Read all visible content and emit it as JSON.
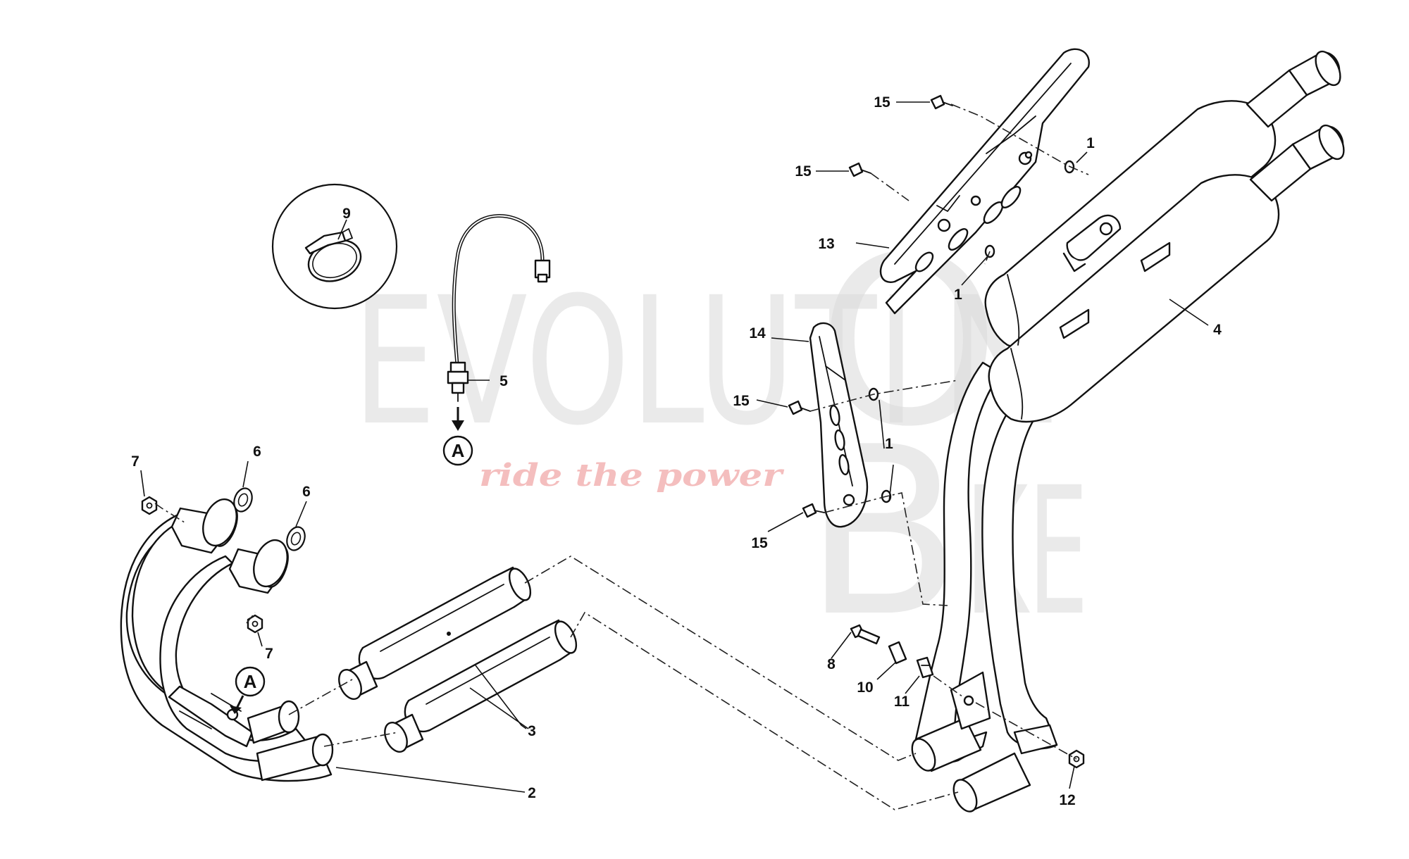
{
  "callouts": [
    {
      "id": "c1a",
      "label": "1"
    },
    {
      "id": "c1b",
      "label": "1"
    },
    {
      "id": "c1c",
      "label": "1"
    },
    {
      "id": "c2",
      "label": "2"
    },
    {
      "id": "c3",
      "label": "3"
    },
    {
      "id": "c4",
      "label": "4"
    },
    {
      "id": "c5",
      "label": "5"
    },
    {
      "id": "c6a",
      "label": "6"
    },
    {
      "id": "c6b",
      "label": "6"
    },
    {
      "id": "c7a",
      "label": "7"
    },
    {
      "id": "c7b",
      "label": "7"
    },
    {
      "id": "c8",
      "label": "8"
    },
    {
      "id": "c9",
      "label": "9"
    },
    {
      "id": "c10",
      "label": "10"
    },
    {
      "id": "c11",
      "label": "11"
    },
    {
      "id": "c12",
      "label": "12"
    },
    {
      "id": "c13",
      "label": "13"
    },
    {
      "id": "c14",
      "label": "14"
    },
    {
      "id": "c15a",
      "label": "15"
    },
    {
      "id": "c15b",
      "label": "15"
    },
    {
      "id": "c15c",
      "label": "15"
    },
    {
      "id": "c15d",
      "label": "15"
    }
  ],
  "reference_marks": {
    "sensor_ref": "A",
    "header_ref": "A"
  },
  "watermark": {
    "line1": "EVOLUTI",
    "o_letter": "O",
    "n_letter": "N",
    "b_letter": "B",
    "ike": "IKE",
    "tagline": "ride the power"
  }
}
